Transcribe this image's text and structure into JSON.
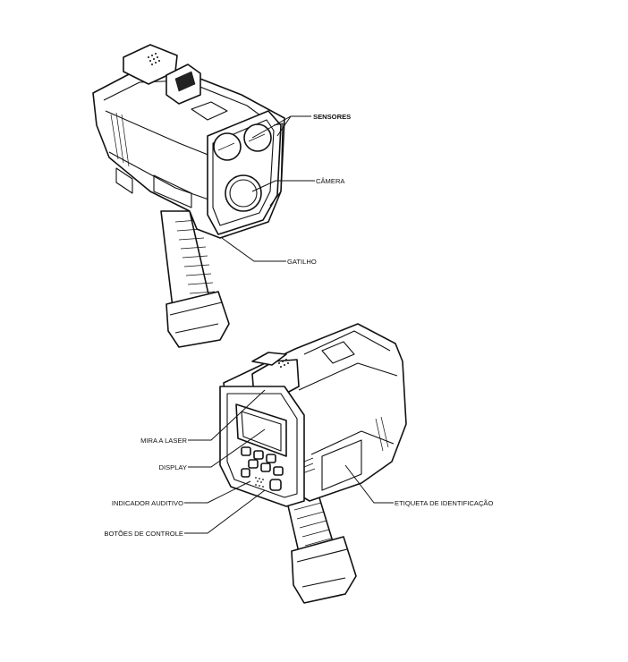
{
  "labels": {
    "sensores": "SENSORES",
    "camera": "CÂMERA",
    "gatilho": "GATILHO",
    "mira_laser": "MIRA A LASER",
    "display": "DISPLAY",
    "indicador_auditivo": "INDICADOR AUDITIVO",
    "botoes_controle": "BOTÕES DE CONTROLE",
    "etiqueta_identificacao": "ETIQUETA DE IDENTIFICAÇÃO"
  }
}
